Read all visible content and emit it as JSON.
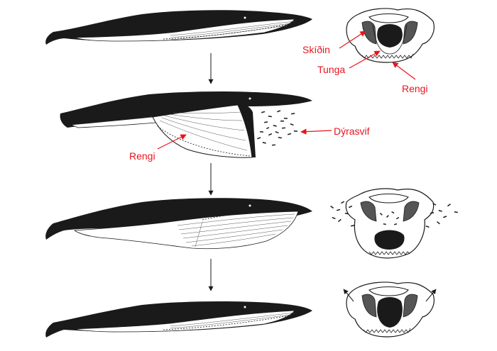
{
  "labels": {
    "baleen": "Skíðin",
    "tongue": "Tunga",
    "throat_right": "Rengi",
    "prey": "Dýrasvif",
    "throat_left": "Rengi"
  },
  "colors": {
    "ink": "#1a1a1a",
    "label": "#e8141c",
    "background": "#ffffff"
  },
  "stages": 4
}
